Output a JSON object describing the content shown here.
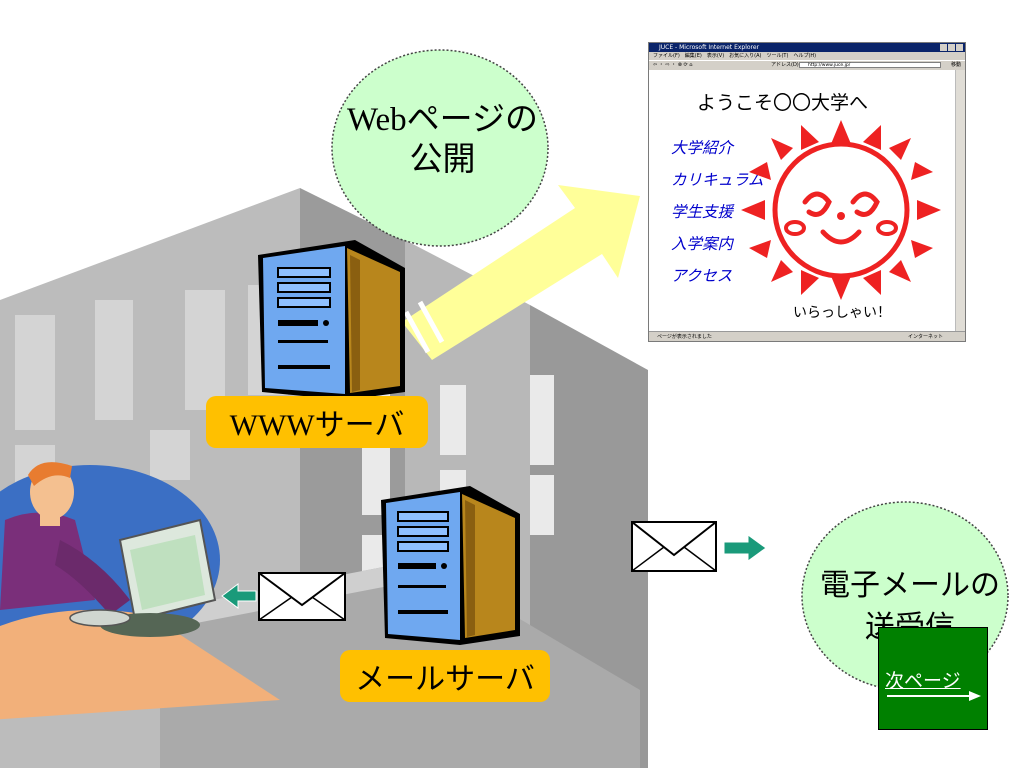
{
  "bubbles": {
    "web": {
      "line1": "Webページの",
      "line2": "公開"
    },
    "mail": {
      "line1": "電子メールの",
      "line2": "送受信"
    }
  },
  "labels": {
    "www_server": "WWWサーバ",
    "mail_server": "メールサーバ"
  },
  "browser": {
    "title": "JUCE - Microsoft Internet Explorer",
    "menu": "ファイル(F)　編集(E)　表示(V)　お気に入り(A)　ツール(T)　ヘルプ(H)",
    "toolbar": "⇦ ・ ⇨ ・ ⊗ ⟳ ⌂",
    "address_label": "アドレス(D)",
    "address": "http://www.juce.jp/",
    "go": "移動",
    "welcome": "ようこそ〇〇大学へ",
    "links": [
      "大学紹介",
      "カリキュラム",
      "学生支援",
      "入学案内",
      "アクセス"
    ],
    "greeting": "いらっしゃい！",
    "status": "ページが表示されました",
    "zone": "インターネット"
  },
  "nav": {
    "next": "次ページ"
  },
  "colors": {
    "bubble": "#ccffcc",
    "label": "#ffc000",
    "arrow": "#ffff99",
    "small_arrow": "#1a9a7a",
    "sun": "#ee2222",
    "next_button": "#008000"
  },
  "icons": [
    "server-icon",
    "envelope-icon",
    "sun-icon",
    "arrow-icon",
    "person-icon",
    "building-icon"
  ]
}
